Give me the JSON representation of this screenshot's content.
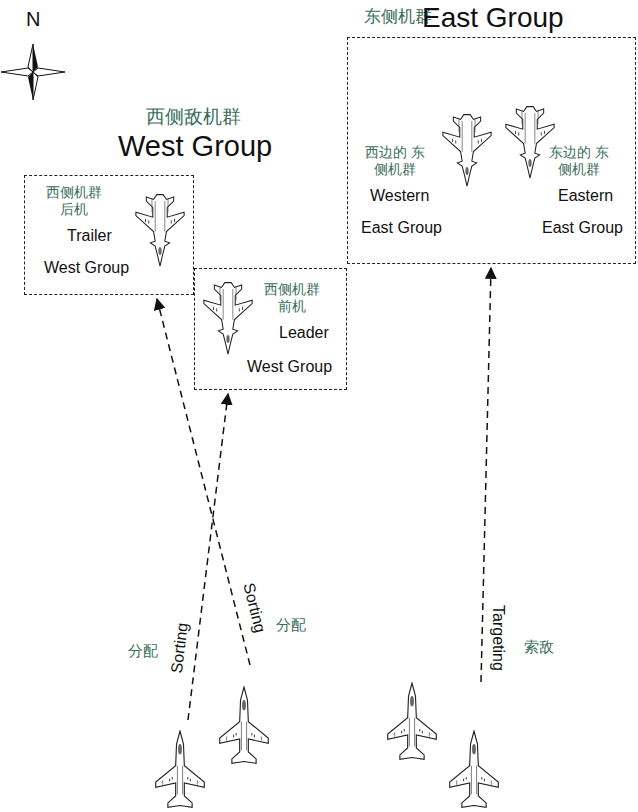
{
  "diagram": {
    "nodes": [
      {
        "text": [
          "西侧机群 后机",
          "Trailer",
          "West Group"
        ]
      },
      {
        "text": [
          "西侧机群 前机",
          "Leader",
          "West Group"
        ]
      },
      {
        "text": [
          "东侧机群",
          "East Group",
          "西边的 东侧机群",
          "Western",
          "East Group",
          "东边的 东侧机群",
          "Eastern",
          "East Group"
        ]
      }
    ],
    "labels": [
      "N",
      "西侧敌机群",
      "West Group",
      "Sorting",
      "分配",
      "Sorting",
      "分配",
      "Targeting",
      "索敌"
    ]
  }
}
